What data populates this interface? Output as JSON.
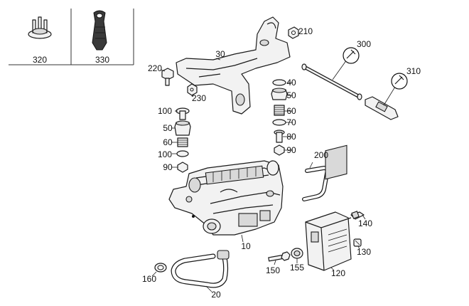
{
  "labels": {
    "l320": "320",
    "l330": "330",
    "l30": "30",
    "l210": "210",
    "l300": "300",
    "l310": "310",
    "l220": "220",
    "l230": "230",
    "l40": "40",
    "l50a": "50",
    "l60a": "60",
    "l70": "70",
    "l80": "80",
    "l90a": "90",
    "l100a": "100",
    "l50b": "50",
    "l60b": "60",
    "l100b": "100",
    "l90b": "90",
    "l200": "200",
    "l140": "140",
    "l130": "130",
    "l10": "10",
    "l150": "150",
    "l155": "155",
    "l120": "120",
    "l160": "160",
    "l20": "20"
  }
}
